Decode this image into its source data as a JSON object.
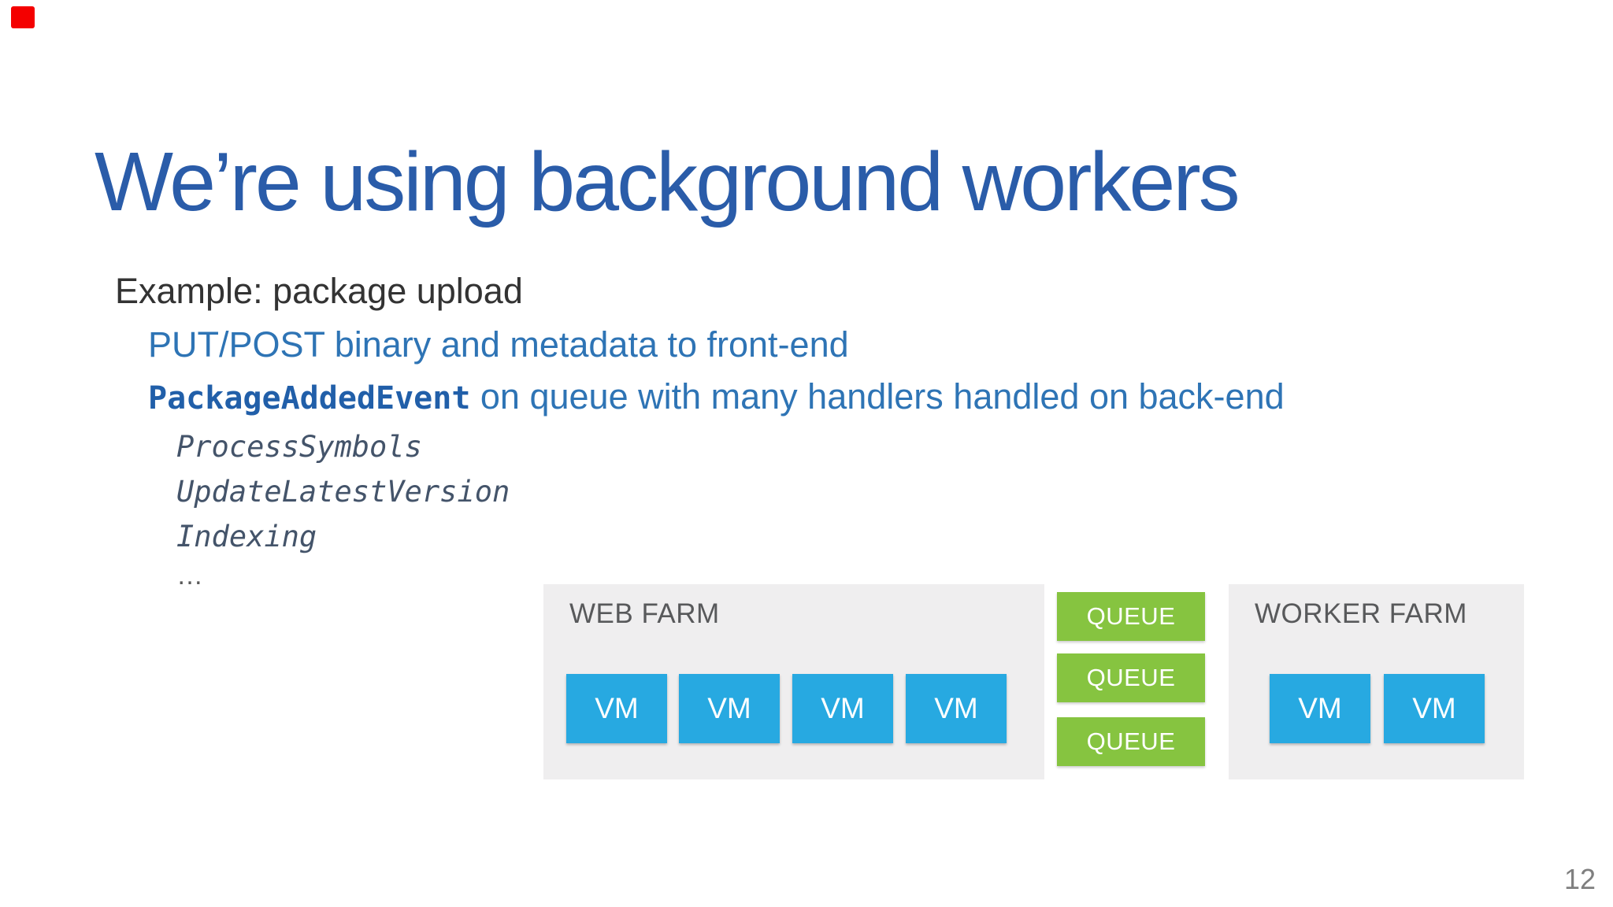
{
  "slide": {
    "title": "We’re using background workers",
    "page_number": "12",
    "body": {
      "example_label": "Example: package upload",
      "put_post_line": "PUT/POST binary and metadata to front-end",
      "event_code": "PackageAddedEvent",
      "event_rest": " on queue with many handlers handled on back-end",
      "handlers": [
        "ProcessSymbols",
        "UpdateLatestVersion",
        "Indexing"
      ],
      "ellipsis": "…"
    },
    "diagram": {
      "web_farm": {
        "label": "WEB FARM",
        "vms": [
          "VM",
          "VM",
          "VM",
          "VM"
        ]
      },
      "queues": [
        "QUEUE",
        "QUEUE",
        "QUEUE"
      ],
      "worker_farm": {
        "label": "WORKER FARM",
        "vms": [
          "VM",
          "VM"
        ]
      }
    },
    "colors": {
      "title_blue": "#2a5ca9",
      "body_blue": "#2e74b5",
      "event_code_blue": "#215fa9",
      "handler_slate": "#44546a",
      "panel_gray": "#efeeef",
      "farm_label_gray": "#58595b",
      "vm_blue": "#27a9e1",
      "queue_green": "#86c440",
      "page_number_gray": "#7f7f7f",
      "marker_red": "#f40000"
    }
  }
}
